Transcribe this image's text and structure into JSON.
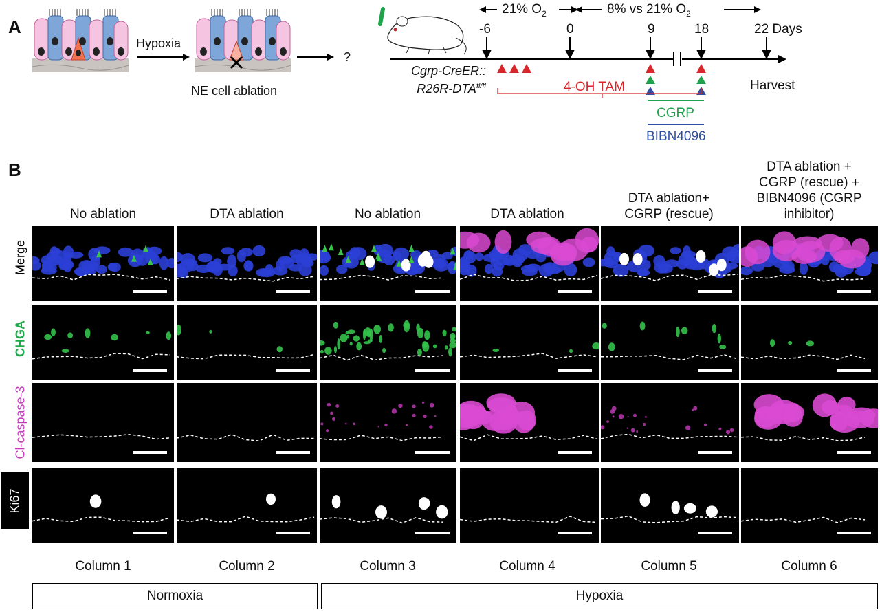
{
  "panel_a": {
    "letter": "A",
    "hypoxia_arrow_label": "Hypoxia",
    "ablation_caption": "NE cell ablation",
    "question_mark": "?",
    "timeline": {
      "o2_phase1": "21% O",
      "o2_phase1_sub": "2",
      "o2_phase2": "8% vs 21% O",
      "o2_phase2_sub": "2",
      "day_ticks": [
        "-6",
        "0",
        "9",
        "18",
        "22 Days"
      ],
      "genotype_line1": "Cgrp-CreER::",
      "genotype_line2": "R26R-DTA",
      "genotype_sup": "fl/fl",
      "tam_label": "4-OH TAM",
      "cgrp_label": "CGRP",
      "bibn_label": "BIBN4096",
      "harvest_label": "Harvest"
    },
    "colors": {
      "tam": "#d8262b",
      "cgrp": "#1fa34a",
      "bibn": "#2f4fa2"
    }
  },
  "panel_b": {
    "letter": "B",
    "column_headers": [
      "No  ablation",
      "DTA  ablation",
      "No  ablation",
      "DTA ablation",
      "DTA ablation+\nCGRP (rescue)",
      "DTA  ablation +\nCGRP (rescue) +\nBIBN4096 (CGRP\ninhibitor)"
    ],
    "row_labels": [
      "Merge",
      "CHGA",
      "Cl-caspase-3",
      "Ki67"
    ],
    "row_label_colors": [
      "#000000",
      "#21a84a",
      "#c43bbd",
      "#ffffff"
    ],
    "column_numbers": [
      "Column 1",
      "Column 2",
      "Column 3",
      "Column 4",
      "Column 5",
      "Column 6"
    ],
    "groups": [
      "Normoxia",
      "Hypoxia"
    ]
  }
}
